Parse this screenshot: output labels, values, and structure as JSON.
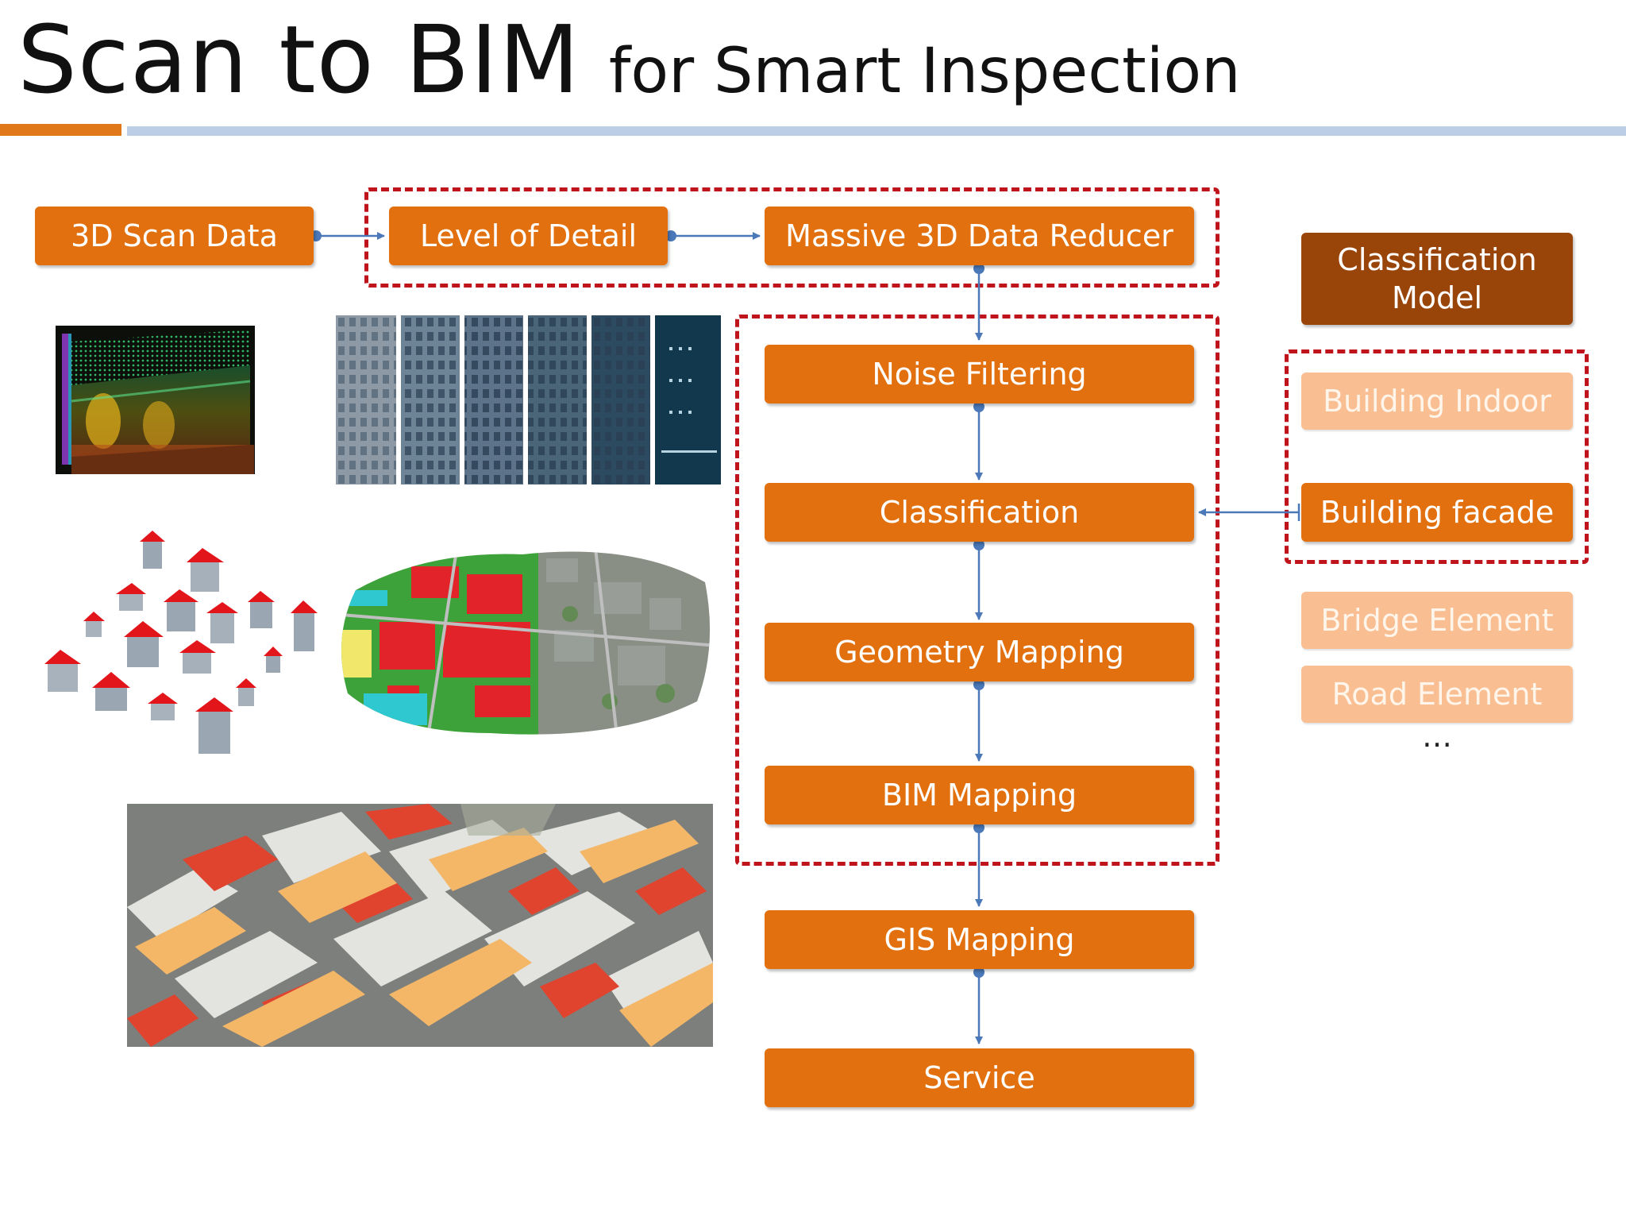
{
  "title": {
    "main": "Scan to BIM",
    "sub": "for Smart Inspection"
  },
  "flow": {
    "scan_data": "3D Scan Data",
    "level_of_detail": "Level of Detail",
    "reducer": "Massive 3D Data Reducer",
    "noise_filtering": "Noise Filtering",
    "classification": "Classification",
    "geometry_mapping": "Geometry Mapping",
    "bim_mapping": "BIM Mapping",
    "gis_mapping": "GIS Mapping",
    "service": "Service"
  },
  "model": {
    "title_line1": "Classification",
    "title_line2": "Model",
    "items": [
      "Building Indoor",
      "Building facade",
      "Bridge Element",
      "Road Element"
    ],
    "more": "…"
  },
  "colors": {
    "orange": "#e2700e",
    "brown": "#994409",
    "light_orange": "#f9be92",
    "dash_red": "#c0141c",
    "arrow_blue": "#4a78b8"
  }
}
